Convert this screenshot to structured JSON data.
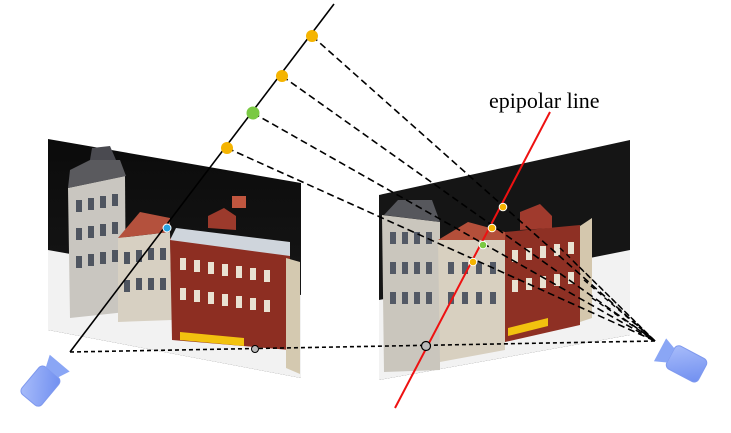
{
  "figure": {
    "epipolar_label": "epipolar line"
  },
  "colors": {
    "epipolar_line": "#ee1111",
    "ray": "#000000",
    "candidate_point": "#f5b400",
    "true_point": "#7ac943",
    "projected_point": "#29a3e0",
    "camera_center": "#8aa6f5",
    "epipole": "#bbbbbb"
  },
  "icons": [
    "camera-icon-left",
    "camera-icon-right"
  ]
}
